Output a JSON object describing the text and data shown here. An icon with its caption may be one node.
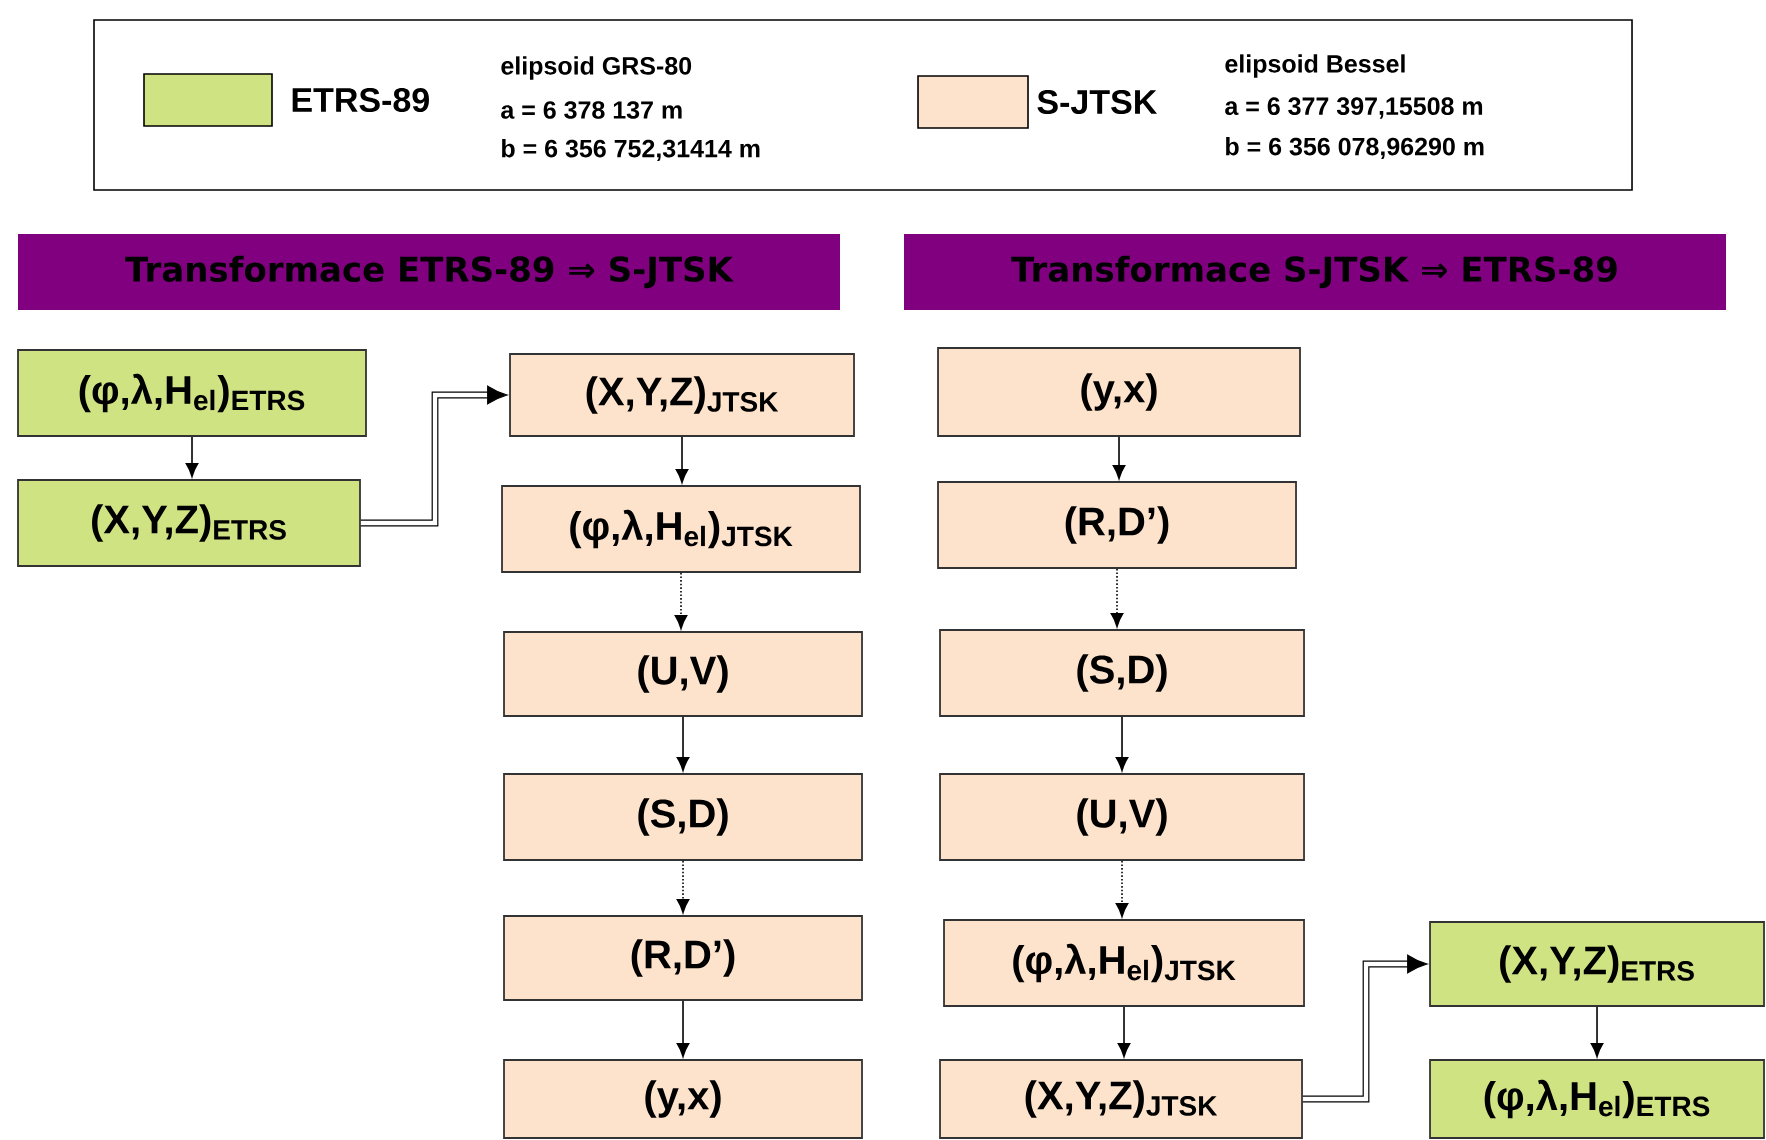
{
  "diagram": {
    "nodes": [
      {
        "text": [
          "Transformace ETRS-89 ⇒ S-JTSK"
        ]
      },
      {
        "text": [
          "Transformace S-JTSK ⇒ ETRS-89"
        ]
      },
      {
        "text": [
          "(φ,λ,H$_{el}$)$_{ETRS}$"
        ]
      },
      {
        "text": [
          "(X,Y,Z)$_{ETRS}$"
        ]
      },
      {
        "text": [
          "(X,Y,Z)$_{JTSK}$"
        ]
      },
      {
        "text": [
          "(φ,λ,H$_{el}$)$_{JTSK}$"
        ]
      },
      {
        "text": [
          "(U,V)"
        ]
      },
      {
        "text": [
          "(S,D)"
        ]
      },
      {
        "text": [
          "(R,D’)"
        ]
      },
      {
        "text": [
          "(y,x)"
        ]
      },
      {
        "text": [
          "(y,x)"
        ]
      },
      {
        "text": [
          "(R,D’)"
        ]
      },
      {
        "text": [
          "(S,D)"
        ]
      },
      {
        "text": [
          "(U,V)"
        ]
      },
      {
        "text": [
          "(φ,λ,H$_{el}$)$_{JTSK}$"
        ]
      },
      {
        "text": [
          "(X,Y,Z)$_{JTSK}$"
        ]
      },
      {
        "text": [
          "(X,Y,Z)$_{ETRS}$"
        ]
      },
      {
        "text": [
          "(φ,λ,H$_{el}$)$_{ETRS}$"
        ]
      }
    ],
    "edges": [
      {
        "from": 2,
        "to": 3,
        "arrow": "to"
      },
      {
        "from": 3,
        "to": 4,
        "arrow": "to",
        "style": "thick"
      },
      {
        "from": 4,
        "to": 5,
        "arrow": "to"
      },
      {
        "from": 5,
        "to": 6,
        "arrow": "to",
        "style": "dashed"
      },
      {
        "from": 6,
        "to": 7,
        "arrow": "to"
      },
      {
        "from": 7,
        "to": 8,
        "arrow": "to",
        "style": "dashed"
      },
      {
        "from": 8,
        "to": 9,
        "arrow": "to"
      },
      {
        "from": 10,
        "to": 11,
        "arrow": "to"
      },
      {
        "from": 11,
        "to": 12,
        "arrow": "to",
        "style": "dashed"
      },
      {
        "from": 12,
        "to": 13,
        "arrow": "to"
      },
      {
        "from": 13,
        "to": 14,
        "arrow": "to",
        "style": "dashed"
      },
      {
        "from": 14,
        "to": 15,
        "arrow": "to"
      },
      {
        "from": 15,
        "to": 16,
        "arrow": "to",
        "style": "thick"
      },
      {
        "from": 16,
        "to": 17,
        "arrow": "to"
      }
    ],
    "labels": [
      "elipsoid GRS-80",
      "a = 6 378 137 m",
      "b = 6 356 752,31414 m",
      "elipsoid Bessel",
      "a = 6 377 397,15508 m",
      "b = 6 356 078,96290 m"
    ],
    "legend": [
      {
        "text": "ETRS-89",
        "color": "#cfe383"
      },
      {
        "text": "S-JTSK",
        "color": "#fde3cc"
      }
    ]
  }
}
